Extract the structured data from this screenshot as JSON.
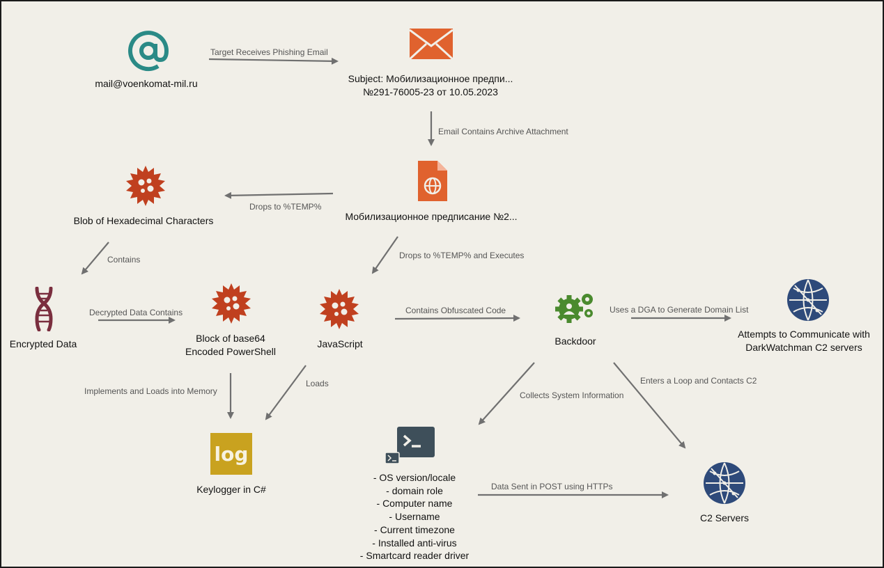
{
  "nodes": {
    "sender": "mail@voenkomat-mil.ru",
    "email_subject": "Subject: Мобилизационное предпи...",
    "email_number": "№291-76005-23 от 10.05.2023",
    "archive": "Мобилизационное предписание  №2...",
    "hex_blob": "Blob of Hexadecimal Characters",
    "encrypted": "Encrypted Data",
    "base64_line1": "Block of base64",
    "base64_line2": "Encoded PowerShell",
    "javascript": "JavaScript",
    "backdoor": "Backdoor",
    "dga_line1": "Attempts to Communicate with",
    "dga_line2": "DarkWatchman C2 servers",
    "keylogger": "Keylogger in C#",
    "c2": "C2 Servers"
  },
  "collected_info": [
    "- OS version/locale",
    "- domain role",
    "- Computer name",
    "- Username",
    "- Current timezone",
    "- Installed anti-virus",
    "- Smartcard reader driver"
  ],
  "edges": {
    "phishing": "Target Receives Phishing Email",
    "archive": "Email Contains Archive Attachment",
    "drops_temp": "Drops to %TEMP%",
    "drops_exec": "Drops to %TEMP% and Executes",
    "contains": "Contains",
    "decrypted": "Decrypted Data Contains",
    "obfuscated": "Contains Obfuscated Code",
    "dga": "Uses a DGA to Generate Domain List",
    "implements": "Implements and Loads into Memory",
    "loads": "Loads",
    "collects": "Collects System Information",
    "loop": "Enters a Loop and Contacts C2",
    "post": "Data Sent in POST using HTTPs"
  },
  "icons": {
    "at": "at-sign-icon",
    "email": "envelope-icon",
    "archive": "web-document-icon",
    "malware": "virus-icon",
    "encrypted": "dna-icon",
    "backdoor": "gears-icon",
    "globe": "globe-network-icon",
    "keylogger": "log-icon",
    "terminal": "terminal-icon"
  },
  "colors": {
    "teal": "#2a8a86",
    "orange": "#e0622e",
    "rust": "#c0401f",
    "maroon": "#7a2e3e",
    "green": "#4a8a2e",
    "navy": "#2e4a7a",
    "gold": "#c9a21f",
    "slate": "#3e4f5a",
    "arrow": "#707070"
  }
}
